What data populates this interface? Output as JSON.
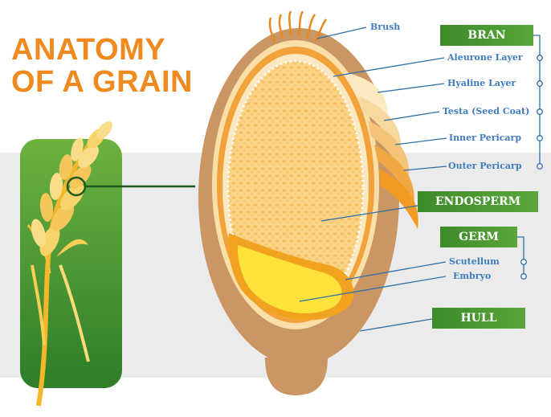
{
  "title": {
    "line1": "ANATOMY",
    "line2": "OF A GRAIN"
  },
  "labels": {
    "brush": "Brush",
    "aleurone": "Aleurone Layer",
    "hyaline": "Hyaline Layer",
    "testa": "Testa (Seed Coat)",
    "inner_pericarp": "Inner Pericarp",
    "outer_pericarp": "Outer Pericarp",
    "scutellum": "Scutellum",
    "embryo": "Embryo"
  },
  "badges": {
    "bran": "BRAN",
    "endosperm": "ENDOSPERM",
    "germ": "GERM",
    "hull": "HULL"
  },
  "colors": {
    "title": "#f08a1e",
    "label": "#3f7bbf",
    "badge": "#4a9a32",
    "line": "#2f6fa8"
  }
}
